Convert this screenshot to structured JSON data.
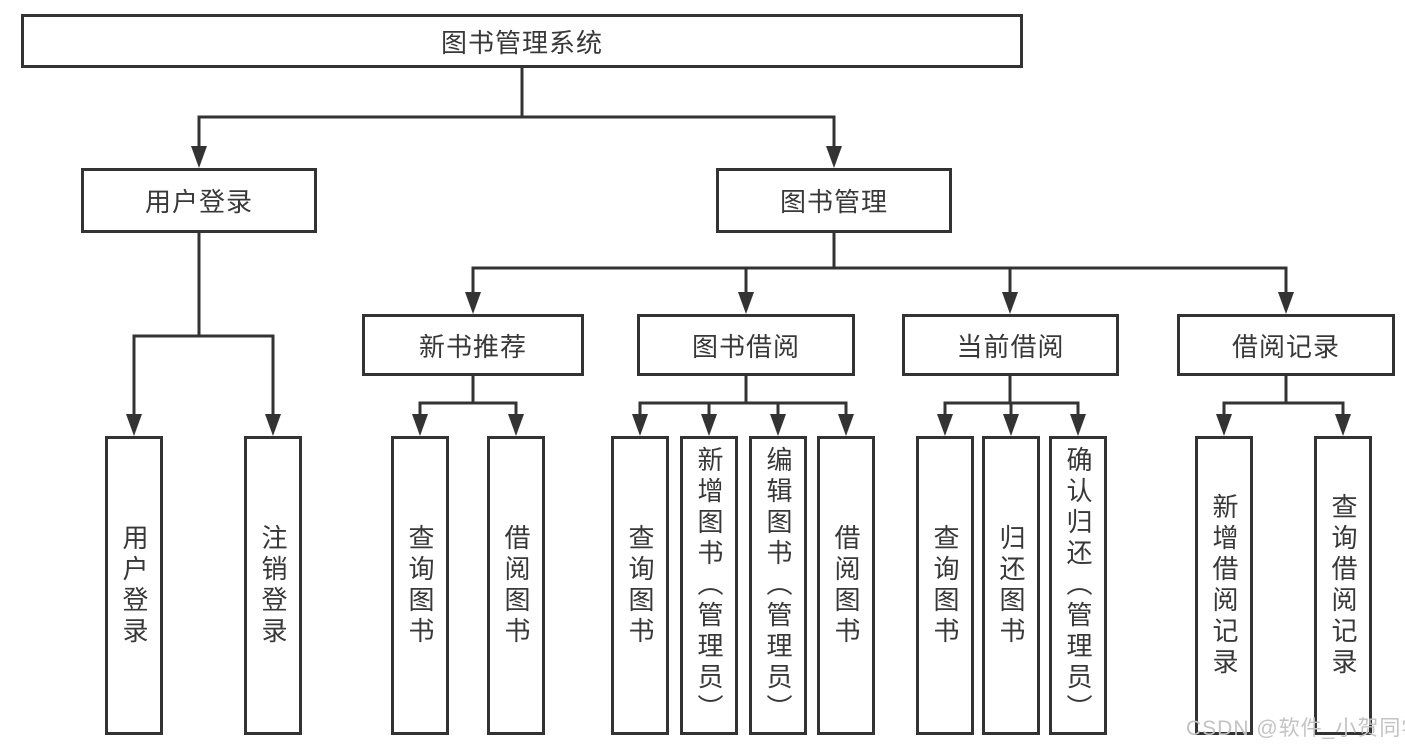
{
  "tree": {
    "root": {
      "label": "图书管理系统",
      "children": [
        {
          "label": "用户登录",
          "children": [
            {
              "label": "用户登录"
            },
            {
              "label": "注销登录"
            }
          ]
        },
        {
          "label": "图书管理",
          "children": [
            {
              "label": "新书推荐",
              "children": [
                {
                  "label": "查询图书"
                },
                {
                  "label": "借阅图书"
                }
              ]
            },
            {
              "label": "图书借阅",
              "children": [
                {
                  "label": "查询图书"
                },
                {
                  "label": "新增图书（管理员）"
                },
                {
                  "label": "编辑图书（管理员）"
                },
                {
                  "label": "借阅图书"
                }
              ]
            },
            {
              "label": "当前借阅",
              "children": [
                {
                  "label": "查询图书"
                },
                {
                  "label": "归还图书"
                },
                {
                  "label": "确认归还（管理员）"
                }
              ]
            },
            {
              "label": "借阅记录",
              "children": [
                {
                  "label": "新增借阅记录"
                },
                {
                  "label": "查询借阅记录"
                }
              ]
            }
          ]
        }
      ]
    }
  },
  "watermark": {
    "text": "CSDN @软件_小贺同学"
  },
  "colors": {
    "line": "#333333",
    "box_border": "#333333",
    "text": "#383838",
    "watermark": "#c3c3c3",
    "background": "#ffffff"
  }
}
